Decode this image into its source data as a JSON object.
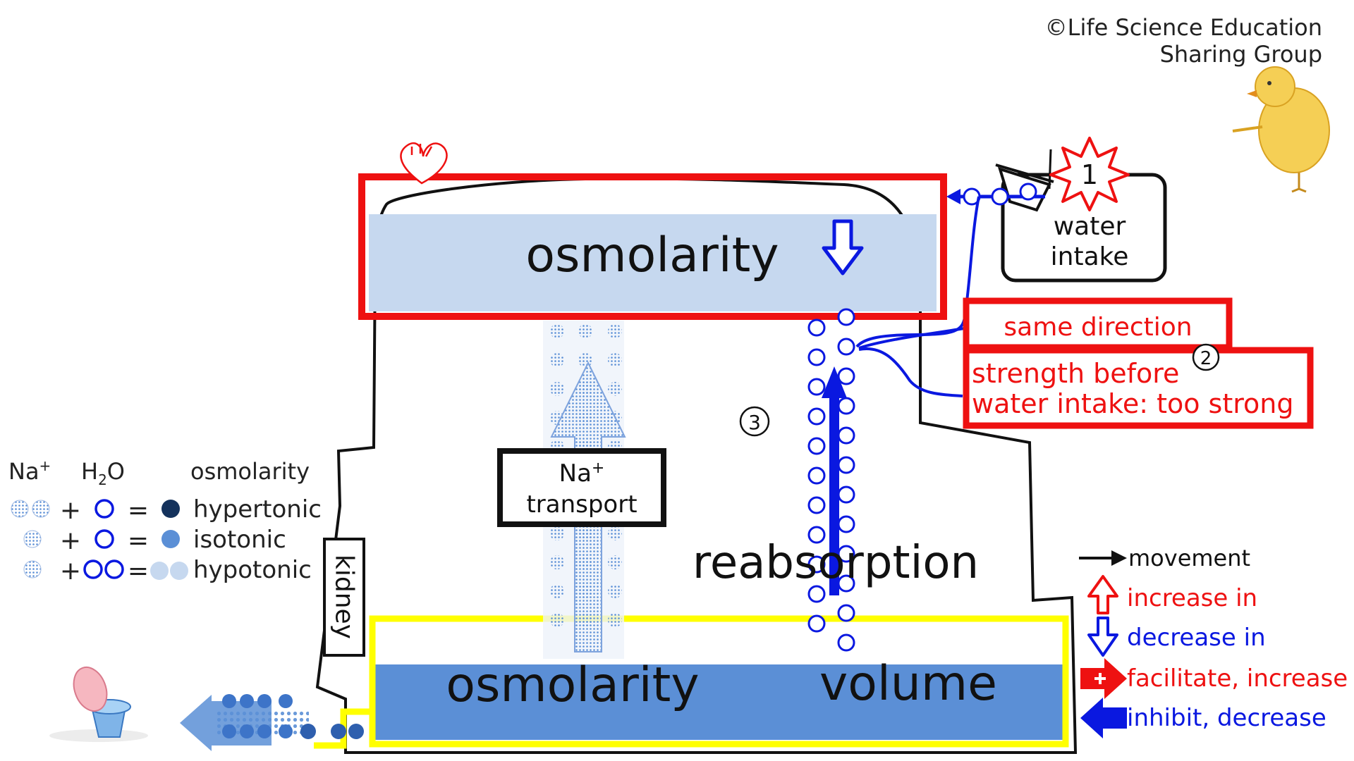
{
  "copyright": {
    "line1": "©Life Science Education",
    "line2": "Sharing Group"
  },
  "blood": {
    "label": "osmolarity",
    "change_icon": "decrease-arrow-icon"
  },
  "water_intake": {
    "number": "1",
    "line1": "water",
    "line2": "intake"
  },
  "callout": {
    "same_direction": "same direction",
    "number": "2",
    "strength_line1": "strength before",
    "strength_line2": "water intake: too strong"
  },
  "step3": "3",
  "na_transport": {
    "line1": "Na",
    "line1_sup": "+",
    "line2": "transport"
  },
  "reabsorption": "reabsorption",
  "kidney": "kidney",
  "tubule": {
    "osmolarity": "osmolarity",
    "volume": "volume"
  },
  "key": {
    "header_na": "Na",
    "header_na_sup": "+",
    "header_h2o_h": "H",
    "header_h2o_sub": "2",
    "header_h2o_o": "O",
    "header_osm": "osmolarity",
    "plus": "+",
    "equals": "=",
    "hypertonic": "hypertonic",
    "isotonic": "isotonic",
    "hypotonic": "hypotonic"
  },
  "legend": {
    "movement": "movement",
    "increase": "increase in",
    "decrease": "decrease in",
    "facilitate": "facilitate, increase",
    "inhibit": "inhibit, decrease"
  },
  "colors": {
    "red": "#ee1111",
    "blue": "#0a18e0",
    "light_blue": "#c6d8ef",
    "mid_blue": "#5b8fd6",
    "yellow": "#ffff00",
    "navy": "#14325c"
  }
}
